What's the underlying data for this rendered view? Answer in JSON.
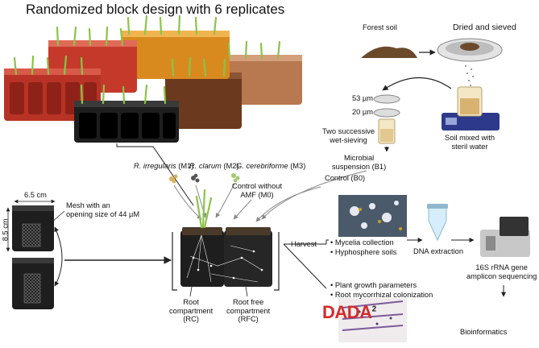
{
  "title": "Randomized block design with 6 replicates",
  "soil_process": {
    "forest_soil": "Forest soil",
    "dried_sieved": "Dried and sieved",
    "soil_mixed": "Soil mixed with\nsteril water",
    "sieve_53": "53 µm",
    "sieve_20": "20 µm",
    "wet_sieving": "Two successive\nwet-sieving",
    "microbial_suspension": "Microbial\nsuspension (B1)",
    "control_b0": "Control (B0)"
  },
  "inocula": {
    "m1_species": "R. irregularis",
    "m1_code": "(M1)",
    "m2_species": "R. clarum",
    "m2_code": "(M2)",
    "m3_species": "G. cerebriforme",
    "m3_code": "(M3)",
    "control_m0": "Control without\nAMF (M0)"
  },
  "pot": {
    "width": "6.5 cm",
    "height": "8.5 cm",
    "mesh": "Mesh with an\nopening size of 44 µM",
    "root_compartment": "Root\ncompartment\n(RC)",
    "root_free_compartment": "Root free\ncompartment\n(RFC)"
  },
  "harvest": {
    "label": "Harvest",
    "outputs_top": [
      "Mycelia collection",
      "Hyphosphere soils"
    ],
    "outputs_bottom": [
      "Plant growth parameters",
      "Root mycorrhizal colonization"
    ],
    "dna_extraction": "DNA extraction",
    "sequencing": "16S rRNA gene\namplicon sequencing",
    "bioinformatics": "Bioinformatics",
    "logo_text": "DADA",
    "logo_sup": "2"
  },
  "colors": {
    "tray_red": "#c5392b",
    "tray_orange": "#d98a1f",
    "tray_brown": "#6b3a1e",
    "tray_black": "#1e1e1e",
    "tray_tan": "#b87850",
    "plant_green": "#8bc34a",
    "arrow": "#222222",
    "logo_red": "#d42a2a"
  }
}
